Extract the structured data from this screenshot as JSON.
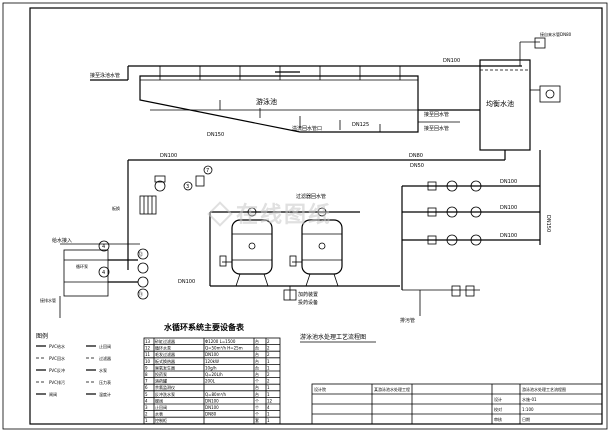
{
  "colors": {
    "line": "#000000",
    "background": "#ffffff",
    "watermark": "#c8c8c8"
  },
  "labels": {
    "tank_top": "接自来水管DN80",
    "balance_tank": "均衡水池",
    "pool_left": "接至泳池水管",
    "pool": "游泳池",
    "drain_note": "溢流回水管口",
    "backwash_1": "接至回水管",
    "backwash_2": "接至回水管",
    "filter_pipe": "过滤器回水管",
    "dn100_a": "DN100",
    "dn100_b": "DN100",
    "dn100_c": "DN100",
    "dn100_d": "DN100",
    "dn150": "DN150",
    "dn125": "DN125",
    "dn80": "DN80",
    "dn50": "DN50",
    "right_vert": "DN150",
    "supply_in": "给水接入",
    "sewer": "排污管",
    "chem_1": "加药装置",
    "chem_2": "投药设备",
    "sand_label": "接排水管",
    "heater": "板换",
    "pump_left": "循环泵",
    "figure_title": "游泳池水处理工艺流程图"
  },
  "equipment_table": {
    "title": "水循环系统主要设备表",
    "rows": [
      [
        "13",
        "砂缸过滤器",
        "Φ1200 L=1500",
        "台",
        "2"
      ],
      [
        "12",
        "循环水泵",
        "Q=50m³/h H=25m",
        "台",
        "2"
      ],
      [
        "11",
        "毛发过滤器",
        "DN100",
        "台",
        "2"
      ],
      [
        "10",
        "板式换热器",
        "120kW",
        "台",
        "1"
      ],
      [
        "9",
        "臭氧发生器",
        "10g/h",
        "台",
        "1"
      ],
      [
        "8",
        "投药泵",
        "Q=20L/h",
        "台",
        "2"
      ],
      [
        "7",
        "溶药罐",
        "200L",
        "个",
        "2"
      ],
      [
        "6",
        "余氯监测仪",
        "",
        "台",
        "1"
      ],
      [
        "5",
        "反冲洗水泵",
        "Q=80m³/h",
        "台",
        "1"
      ],
      [
        "4",
        "蝶阀",
        "DN100",
        "个",
        "12"
      ],
      [
        "3",
        "止回阀",
        "DN100",
        "个",
        "4"
      ],
      [
        "2",
        "水表",
        "DN80",
        "个",
        "1"
      ],
      [
        "1",
        "控制柜",
        "",
        "套",
        "1"
      ]
    ]
  },
  "legend": {
    "title": "图例",
    "items": [
      "PVC给水",
      "PVC回水",
      "PVC反冲",
      "PVC排污",
      "闸阀",
      "止回阀",
      "过滤器",
      "水泵",
      "压力表",
      "温度计"
    ]
  },
  "title_block": {
    "project": "某游泳池水处理工程",
    "drawing": "游泳池水处理工艺流程图",
    "drawing_no": "水施-01",
    "scale": "1:100",
    "designer": "设计",
    "checker": "校对",
    "approver": "审核",
    "date": "日期",
    "company": "设计院"
  }
}
